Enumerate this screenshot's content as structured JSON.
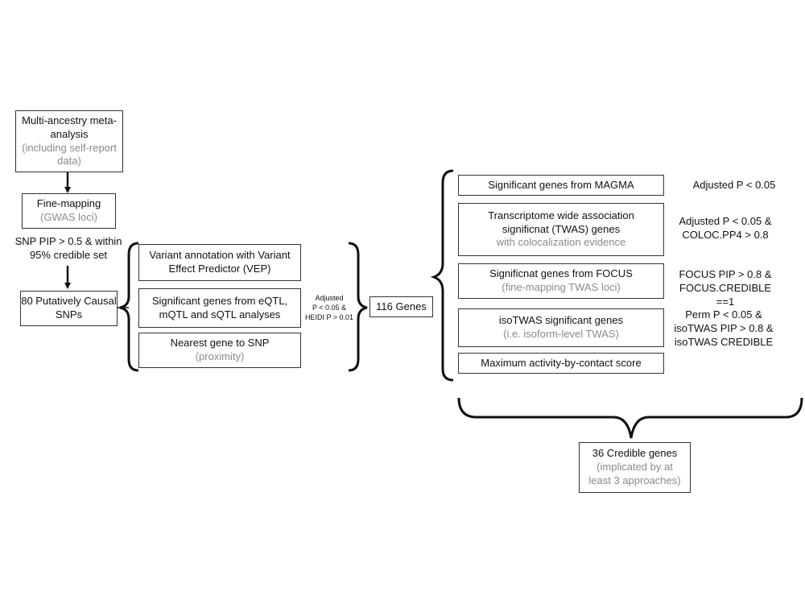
{
  "left_column": {
    "meta_analysis": {
      "title": "Multi-ancestry meta-analysis",
      "note": "(including self-report data)"
    },
    "fine_mapping": {
      "title": "Fine-mapping",
      "note": "(GWAS loci)"
    },
    "snp_filter": "SNP PIP > 0.5 & within 95% credible set",
    "causal_snps": "80 Putatively Causal SNPs"
  },
  "snp_to_gene": {
    "vep": "Variant annotation with Variant Effect Predictor (VEP)",
    "qtl": "Significant genes from eQTL, mQTL and sQTL analyses",
    "nearest": {
      "title": "Nearest gene to SNP",
      "note": "(proximity)"
    }
  },
  "smr_filter": {
    "line1": "Adjusted",
    "line2": "P < 0.05 &",
    "line3": "HEIDI P > 0.01"
  },
  "genes_box": "116 Genes",
  "approaches": [
    {
      "title": "Significant genes from MAGMA",
      "note": "",
      "criteria": "Adjusted P < 0.05"
    },
    {
      "title": "Transcriptome wide association significnat (TWAS) genes",
      "note": "with colocalization evidence",
      "criteria": "Adjusted P < 0.05 & COLOC.PP4 > 0.8"
    },
    {
      "title": "Significnat genes from FOCUS",
      "note": "(fine-mapping TWAS loci)",
      "criteria": "FOCUS PIP > 0.8 & FOCUS.CREDIBLE ==1"
    },
    {
      "title": "isoTWAS significant genes",
      "note": "(i.e. isoform-level TWAS)",
      "criteria": "Perm P < 0.05 & isoTWAS PIP > 0.8 & isoTWAS CREDIBLE"
    },
    {
      "title": "Maximum activity-by-contact score",
      "note": "",
      "criteria": ""
    }
  ],
  "credible_genes": {
    "title": "36 Credible genes",
    "note": "(implicated by at least 3 approaches)"
  }
}
